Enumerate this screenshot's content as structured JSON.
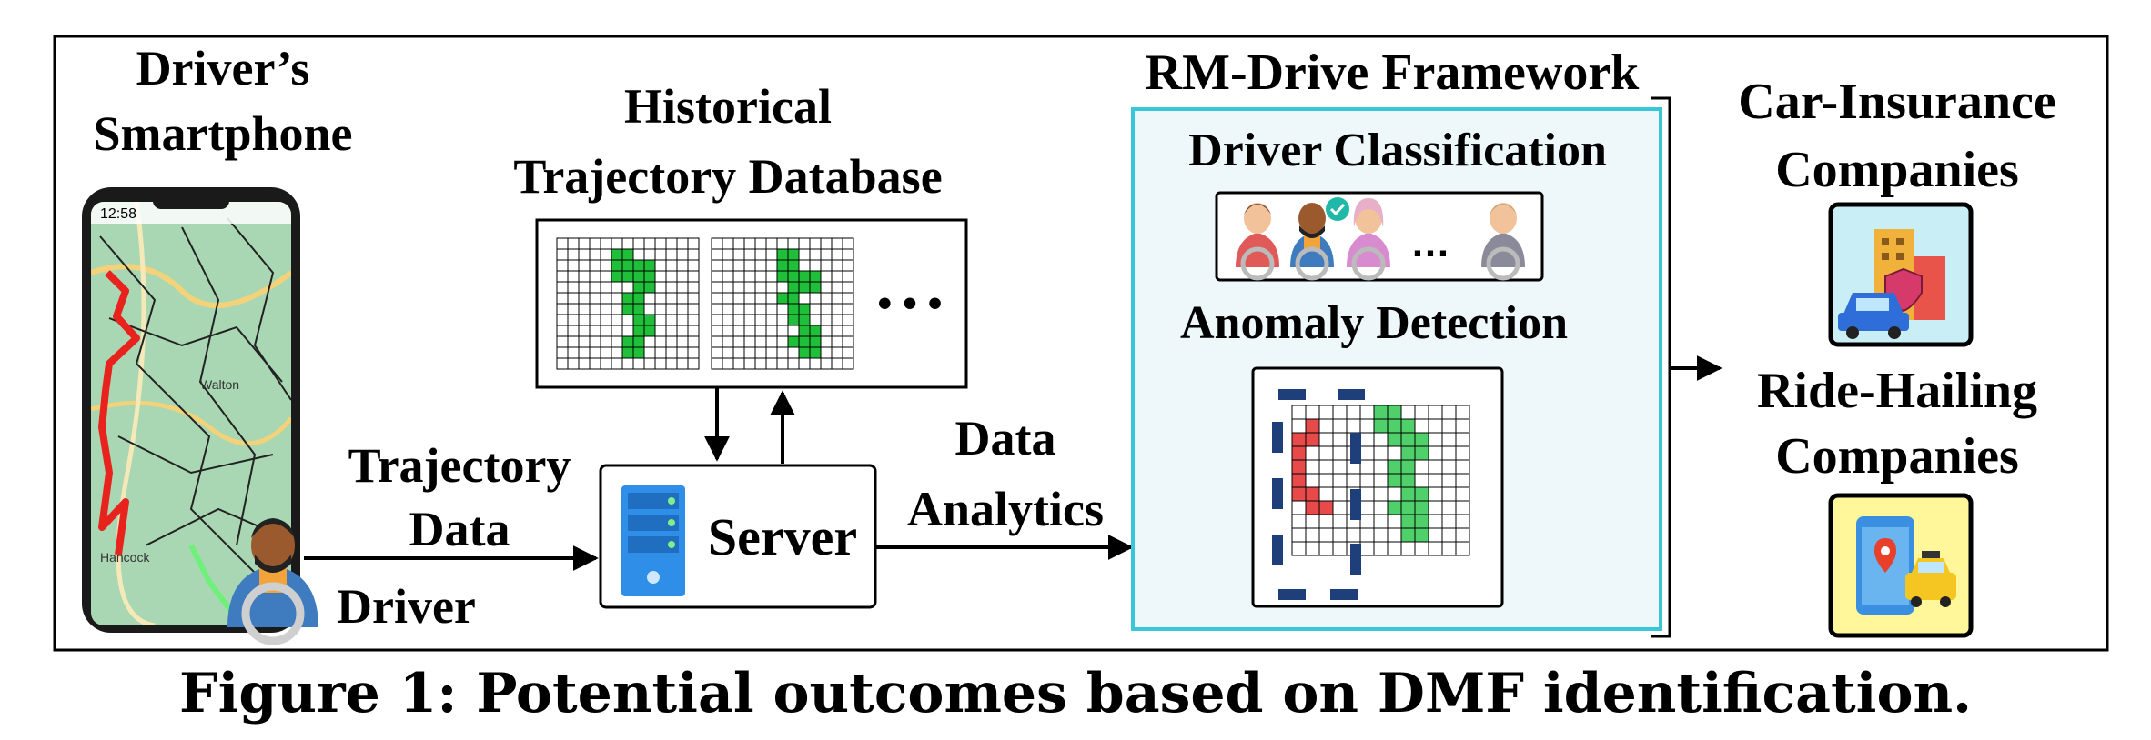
{
  "phone": {
    "title_line1": "Driver’s",
    "title_line2": "Smartphone",
    "time": "12:58",
    "map_label_walton": "Walton",
    "map_label_hancock": "Hancock"
  },
  "driver_label": "Driver",
  "database": {
    "title_line1": "Historical",
    "title_line2": "Trajectory Database",
    "ellipsis": "• • •"
  },
  "trajectory_data": {
    "line1": "Trajectory",
    "line2": "Data"
  },
  "server_label": "Server",
  "data_analytics": {
    "line1": "Data",
    "line2": "Analytics"
  },
  "framework": {
    "title": "RM-Drive Framework",
    "classification_title": "Driver Classification",
    "classification_ellipsis": "…",
    "anomaly_title": "Anomaly Detection"
  },
  "outcomes": {
    "insurance_line1": "Car-Insurance",
    "insurance_line2": "Companies",
    "ride_line1": "Ride-Hailing",
    "ride_line2": "Companies"
  },
  "caption": "Figure 1: Potential outcomes based on DMF identification.",
  "colors": {
    "grid_green": "#1fbf3a",
    "anomaly_red": "#e84a4a",
    "anomaly_green": "#4fd06a",
    "dash_blue": "#1f3f7a",
    "framework_border": "#39c6d8",
    "framework_fill": "#eef8fb"
  }
}
